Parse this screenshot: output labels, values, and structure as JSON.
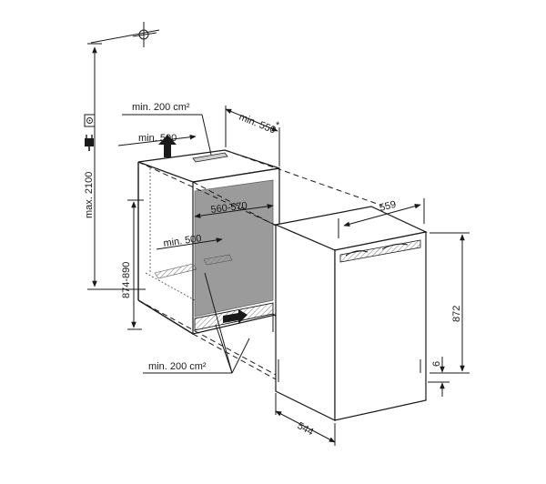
{
  "labels": {
    "niche_height_max": "max. 2100",
    "vent_top": "min. 200 cm²",
    "depth_top": "min. 550",
    "depth_star": "*",
    "vent_top_width": "min. 500",
    "niche_width": "560-570",
    "vent_inner_width": "min. 500",
    "niche_height": "874-890",
    "vent_bottom": "min. 200 cm²",
    "appliance_width": "559",
    "appliance_height": "872",
    "gap_bottom": "6",
    "appliance_depth": "544"
  },
  "icons": {
    "crosshair": "crosshair-icon",
    "socket": "power-socket-icon",
    "plug": "power-plug-icon"
  }
}
